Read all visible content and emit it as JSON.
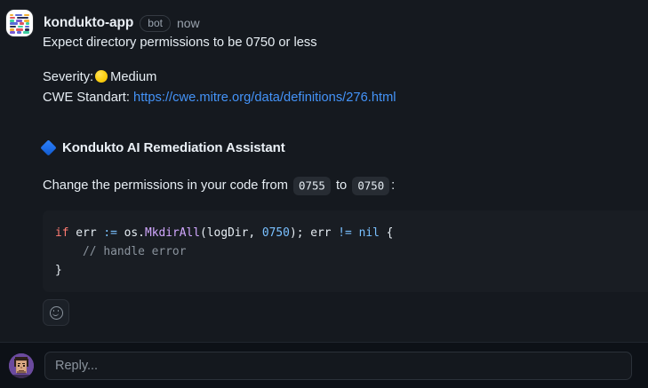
{
  "comment": {
    "author": "kondukto-app",
    "badge": "bot",
    "timestamp": "now",
    "avatar_icon": "kondukto-app-logo-icon",
    "title": "Expect directory permissions to be 0750 or less",
    "severity_label": "Severity:",
    "severity_value": "Medium",
    "severity_color": "#fcd117",
    "cwe_label": "CWE Standart:",
    "cwe_link_text": "https://cwe.mitre.org/data/definitions/276.html",
    "cwe_link_color": "#4493f8"
  },
  "assistant": {
    "icon": "blue-diamond-icon",
    "icon_color": "#1f6feb",
    "title": "Kondukto AI Remediation Assistant",
    "instruction_prefix": "Change the permissions in your code from",
    "code_from": "0755",
    "instruction_middle": "to",
    "code_to": "0750",
    "instruction_suffix": ":"
  },
  "code_block": {
    "language": "go",
    "background": "#191d23",
    "lines": [
      [
        {
          "t": "if ",
          "c": "tok-kw"
        },
        {
          "t": "err ",
          "c": "tok-plain"
        },
        {
          "t": ":= ",
          "c": "tok-op"
        },
        {
          "t": "os.",
          "c": "tok-plain"
        },
        {
          "t": "MkdirAll",
          "c": "tok-fn"
        },
        {
          "t": "(logDir, ",
          "c": "tok-plain"
        },
        {
          "t": "0750",
          "c": "tok-num"
        },
        {
          "t": "); err ",
          "c": "tok-plain"
        },
        {
          "t": "!= ",
          "c": "tok-op"
        },
        {
          "t": "nil",
          "c": "tok-const"
        },
        {
          "t": " {",
          "c": "tok-plain"
        }
      ],
      [
        {
          "t": "    // handle error",
          "c": "tok-comment"
        }
      ],
      [
        {
          "t": "}",
          "c": "tok-plain"
        }
      ]
    ]
  },
  "actions": {
    "add_reaction_icon": "smiley-face-icon"
  },
  "reply": {
    "avatar_icon": "user-avatar",
    "placeholder": "Reply..."
  }
}
